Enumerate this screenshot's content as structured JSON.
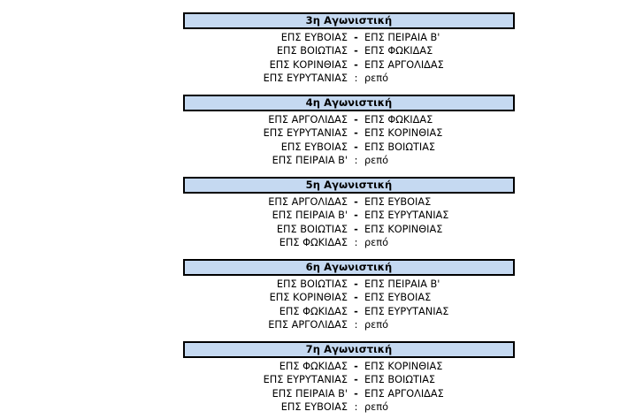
{
  "document": {
    "background_color": "#ffffff",
    "header_fill_color": "#c5d9f1",
    "header_border_color": "#000000",
    "text_color": "#000000"
  },
  "matchdays": [
    {
      "title": "3η Αγωνιστική",
      "rows": [
        {
          "home": "ΕΠΣ ΕΥΒΟΙΑΣ",
          "sep": "-",
          "away": "ΕΠΣ ΠΕΙΡΑΙΑ Β'",
          "bye": false
        },
        {
          "home": "ΕΠΣ ΒΟΙΩΤΙΑΣ",
          "sep": "-",
          "away": "ΕΠΣ ΦΩΚΙΔΑΣ",
          "bye": false
        },
        {
          "home": "ΕΠΣ ΚΟΡΙΝΘΙΑΣ",
          "sep": "-",
          "away": "ΕΠΣ ΑΡΓΟΛΙΔΑΣ",
          "bye": false
        },
        {
          "home": "ΕΠΣ ΕΥΡΥΤΑΝΙΑΣ",
          "sep": ":",
          "away": "ρεπό",
          "bye": true
        }
      ]
    },
    {
      "title": "4η Αγωνιστική",
      "rows": [
        {
          "home": "ΕΠΣ ΑΡΓΟΛΙΔΑΣ",
          "sep": "-",
          "away": "ΕΠΣ ΦΩΚΙΔΑΣ",
          "bye": false
        },
        {
          "home": "ΕΠΣ ΕΥΡΥΤΑΝΙΑΣ",
          "sep": "-",
          "away": "ΕΠΣ ΚΟΡΙΝΘΙΑΣ",
          "bye": false
        },
        {
          "home": "ΕΠΣ ΕΥΒΟΙΑΣ",
          "sep": "-",
          "away": "ΕΠΣ ΒΟΙΩΤΙΑΣ",
          "bye": false
        },
        {
          "home": "ΕΠΣ ΠΕΙΡΑΙΑ Β'",
          "sep": ":",
          "away": "ρεπό",
          "bye": true
        }
      ]
    },
    {
      "title": "5η Αγωνιστική",
      "rows": [
        {
          "home": "ΕΠΣ ΑΡΓΟΛΙΔΑΣ",
          "sep": "-",
          "away": "ΕΠΣ ΕΥΒΟΙΑΣ",
          "bye": false
        },
        {
          "home": "ΕΠΣ ΠΕΙΡΑΙΑ Β'",
          "sep": "-",
          "away": "ΕΠΣ ΕΥΡΥΤΑΝΙΑΣ",
          "bye": false
        },
        {
          "home": "ΕΠΣ ΒΟΙΩΤΙΑΣ",
          "sep": "-",
          "away": "ΕΠΣ ΚΟΡΙΝΘΙΑΣ",
          "bye": false
        },
        {
          "home": "ΕΠΣ ΦΩΚΙΔΑΣ",
          "sep": ":",
          "away": "ρεπό",
          "bye": true
        }
      ]
    },
    {
      "title": "6η Αγωνιστική",
      "rows": [
        {
          "home": "ΕΠΣ ΒΟΙΩΤΙΑΣ",
          "sep": "-",
          "away": "ΕΠΣ ΠΕΙΡΑΙΑ Β'",
          "bye": false
        },
        {
          "home": "ΕΠΣ ΚΟΡΙΝΘΙΑΣ",
          "sep": "-",
          "away": "ΕΠΣ ΕΥΒΟΙΑΣ",
          "bye": false
        },
        {
          "home": "ΕΠΣ ΦΩΚΙΔΑΣ",
          "sep": "-",
          "away": "ΕΠΣ ΕΥΡΥΤΑΝΙΑΣ",
          "bye": false
        },
        {
          "home": "ΕΠΣ ΑΡΓΟΛΙΔΑΣ",
          "sep": ":",
          "away": "ρεπό",
          "bye": true
        }
      ]
    },
    {
      "title": "7η Αγωνιστική",
      "rows": [
        {
          "home": "ΕΠΣ ΦΩΚΙΔΑΣ",
          "sep": "-",
          "away": "ΕΠΣ ΚΟΡΙΝΘΙΑΣ",
          "bye": false
        },
        {
          "home": "ΕΠΣ ΕΥΡΥΤΑΝΙΑΣ",
          "sep": "-",
          "away": "ΕΠΣ ΒΟΙΩΤΙΑΣ",
          "bye": false
        },
        {
          "home": "ΕΠΣ ΠΕΙΡΑΙΑ Β'",
          "sep": "-",
          "away": "ΕΠΣ ΑΡΓΟΛΙΔΑΣ",
          "bye": false
        },
        {
          "home": "ΕΠΣ ΕΥΒΟΙΑΣ",
          "sep": ":",
          "away": "ρεπό",
          "bye": true
        }
      ]
    }
  ]
}
